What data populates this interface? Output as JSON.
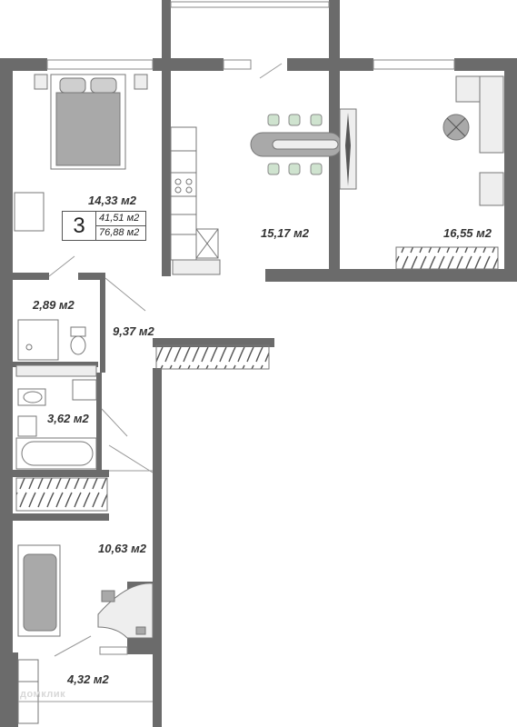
{
  "plan": {
    "rooms_count": "3",
    "living_area": "41,51 м2",
    "total_area": "76,88 м2",
    "areas": {
      "bedroom": "14,33 м2",
      "kitchen": "15,17 м2",
      "living_room": "16,55 м2",
      "wc": "2,89 м2",
      "hall": "9,37 м2",
      "bathroom": "3,62 м2",
      "second_bedroom": "10,63 м2",
      "balcony": "4,32 м2"
    },
    "watermark": "домклик"
  },
  "colors": {
    "wall": "#6b6b6b",
    "furniture_fill": "#a9a9a9",
    "furniture_light": "#eeeeee",
    "chair_green": "#cfe3cf"
  }
}
